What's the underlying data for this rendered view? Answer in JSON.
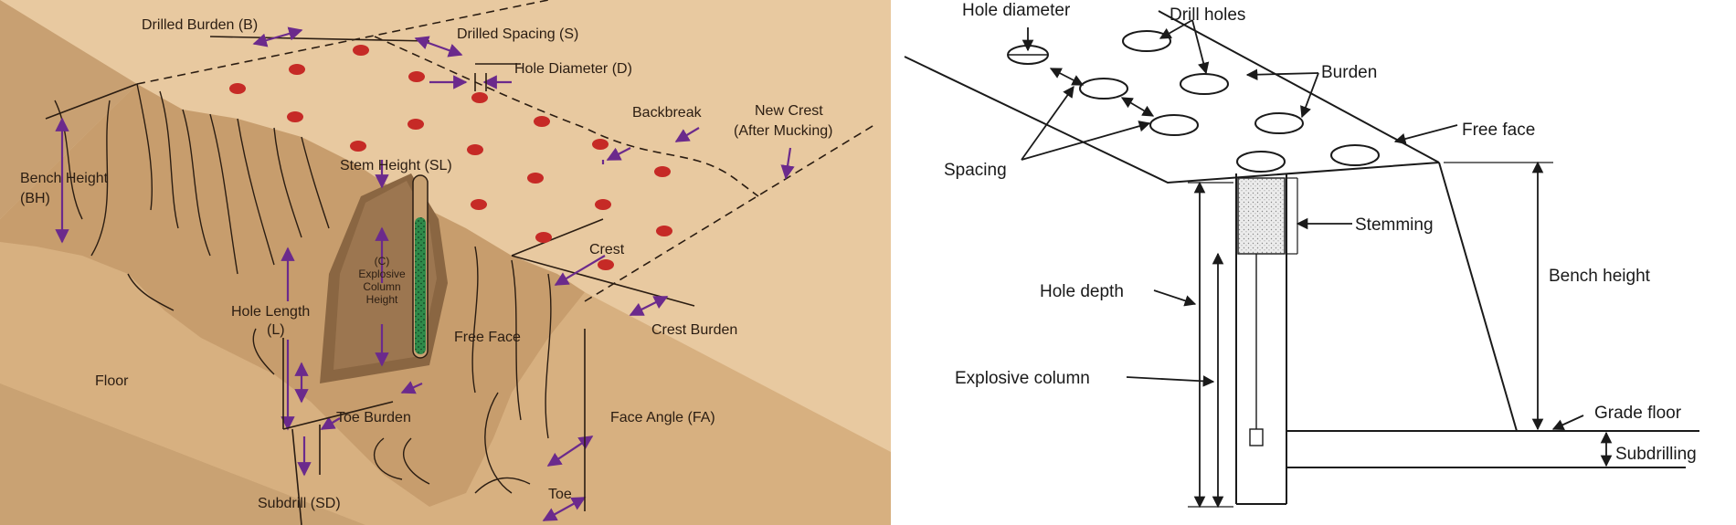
{
  "left_diagram": {
    "colors": {
      "ground_light": "#e8c9a0",
      "ground_mid": "#d9b284",
      "ground_dark": "#bc9466",
      "rock_dark": "#7a5a3c",
      "hole_red": "#c62a26",
      "explosive_green": "#2f8a4a",
      "arrow_purple": "#6b2a8c",
      "ink": "#2b1d12"
    },
    "labels": {
      "drilled_burden": "Drilled Burden (B)",
      "drilled_spacing": "Drilled Spacing (S)",
      "hole_diameter": "Hole Diameter (D)",
      "backbreak": "Backbreak",
      "new_crest_1": "New Crest",
      "new_crest_2": "(After Mucking)",
      "bench_height_1": "Bench Height",
      "bench_height_2": "(BH)",
      "stem_height": "Stem Height (SL)",
      "explosive_c": "(C)",
      "explosive_1": "Explosive",
      "explosive_2": "Column",
      "explosive_3": "Height",
      "crest": "Crest",
      "hole_length_1": "Hole Length",
      "hole_length_2": "(L)",
      "free_face": "Free Face",
      "crest_burden": "Crest Burden",
      "floor": "Floor",
      "toe_burden": "Toe Burden",
      "face_angle": "Face Angle (FA)",
      "subdrill": "Subdrill (SD)",
      "toe": "Toe"
    }
  },
  "right_diagram": {
    "colors": {
      "ink": "#1a1a1a",
      "stemming_fill": "#d6d6d6"
    },
    "labels": {
      "hole_diameter": "Hole diameter",
      "drill_holes": "Drill holes",
      "burden": "Burden",
      "free_face": "Free face",
      "spacing": "Spacing",
      "stemming": "Stemming",
      "hole_depth": "Hole depth",
      "bench_height": "Bench height",
      "explosive_column": "Explosive column",
      "grade_floor": "Grade floor",
      "subdrilling": "Subdrilling"
    }
  }
}
